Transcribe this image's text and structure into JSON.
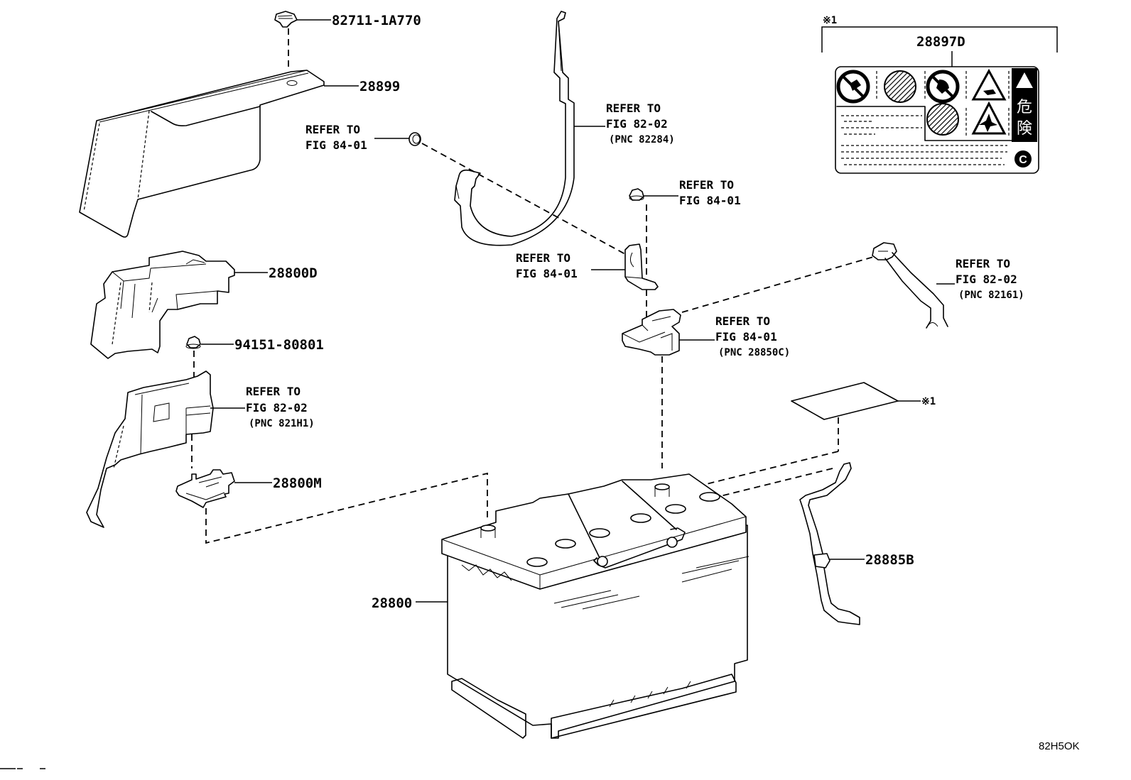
{
  "diagram": {
    "title": "Battery & battery cable parts diagram",
    "figure_code": "82H5OK",
    "note_marker": "※1",
    "parts": [
      {
        "id": "clip",
        "number": "82711-1A770"
      },
      {
        "id": "battery-cover",
        "number": "28899"
      },
      {
        "id": "fuse-cover-upper",
        "number": "28800D"
      },
      {
        "id": "nut",
        "number": "94151-80801"
      },
      {
        "id": "terminal-box",
        "ref_line1": "REFER TO",
        "ref_line2": "FIG 82-02",
        "pnc": "(PNC 821H1)"
      },
      {
        "id": "terminal-clamp",
        "number": "28800M"
      },
      {
        "id": "battery",
        "number": "28800"
      },
      {
        "id": "grommet-cap",
        "ref_line1": "REFER TO",
        "ref_line2": "FIG 84-01"
      },
      {
        "id": "positive-cable",
        "ref_line1": "REFER TO",
        "ref_line2": "FIG 82-02",
        "pnc": "(PNC 82284)"
      },
      {
        "id": "bolt",
        "ref_line1": "REFER TO",
        "ref_line2": "FIG 84-01"
      },
      {
        "id": "bracket",
        "ref_line1": "REFER TO",
        "ref_line2": "FIG 84-01"
      },
      {
        "id": "current-sensor",
        "ref_line1": "REFER TO",
        "ref_line2": "FIG 84-01",
        "pnc": "(PNC 28850C)"
      },
      {
        "id": "negative-cable",
        "ref_line1": "REFER TO",
        "ref_line2": "FIG 82-02",
        "pnc": "(PNC 82161)"
      },
      {
        "id": "vent-hose",
        "number": "28885B"
      },
      {
        "id": "caution-label",
        "number": "28897D",
        "note_marker": "※1"
      },
      {
        "id": "label-sheet",
        "note_marker": "※1"
      }
    ],
    "caution_label": {
      "kanji_line1": "危",
      "kanji_line2": "険",
      "corner_mark": "C",
      "icons": [
        "no-flame-icon",
        "eye-protection-icon",
        "keep-from-children-icon",
        "corrosive-warning-icon",
        "read-manual-icon",
        "explosion-warning-icon",
        "danger-icon"
      ]
    }
  }
}
